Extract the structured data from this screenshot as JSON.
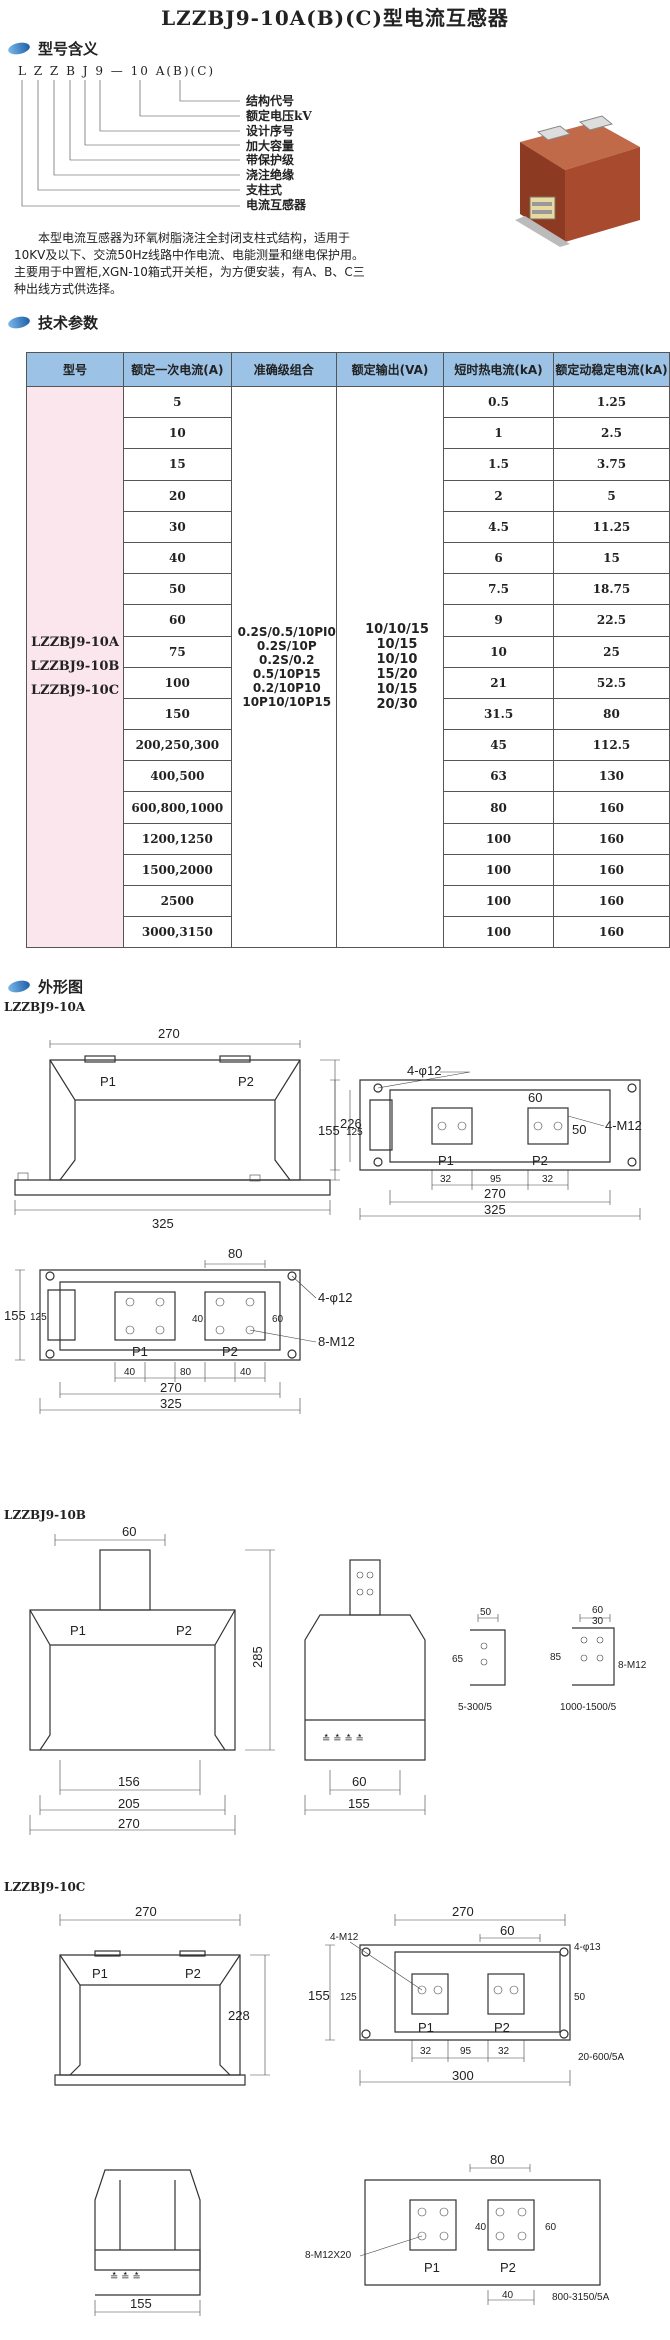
{
  "title": "LZZBJ9-10A(B)(C)型电流互感器",
  "sections": {
    "meaning": "型号含义",
    "params": "技术参数",
    "outline": "外形图"
  },
  "model_code": "L Z Z B J 9 — 10  A(B)(C)",
  "legend": [
    "结构代号",
    "额定电压kV",
    "设计序号",
    "加大容量",
    "带保护级",
    "浇注绝缘",
    "支柱式",
    "电流互感器"
  ],
  "description": "本型电流互感器为环氧树脂浇注全封闭支柱式结构，适用于10KV及以下、交流50Hz线路中作电流、电能测量和继电保护用。主要用于中置柜,XGN-10箱式开关柜，为方便安装，有A、B、C三种出线方式供选择。",
  "table": {
    "headers": [
      "型号",
      "额定一次电流(A)",
      "准确级组合",
      "额定输出(VA)",
      "短时热电流(kA)",
      "额定动稳定电流(kA)"
    ],
    "models": [
      "LZZBJ9-10A",
      "LZZBJ9-10B",
      "LZZBJ9-10C"
    ],
    "accuracy": [
      "0.2S/0.5/10PI0",
      "0.2S/10P",
      "0.2S/0.2",
      "0.5/10P15",
      "0.2/10P10",
      "10P10/10P15"
    ],
    "output": [
      "10/10/15",
      "10/15",
      "10/10",
      "15/20",
      "10/15",
      "20/30"
    ],
    "rows": [
      {
        "current": "5",
        "thermal": "0.5",
        "dynamic": "1.25"
      },
      {
        "current": "10",
        "thermal": "1",
        "dynamic": "2.5"
      },
      {
        "current": "15",
        "thermal": "1.5",
        "dynamic": "3.75"
      },
      {
        "current": "20",
        "thermal": "2",
        "dynamic": "5"
      },
      {
        "current": "30",
        "thermal": "4.5",
        "dynamic": "11.25"
      },
      {
        "current": "40",
        "thermal": "6",
        "dynamic": "15"
      },
      {
        "current": "50",
        "thermal": "7.5",
        "dynamic": "18.75"
      },
      {
        "current": "60",
        "thermal": "9",
        "dynamic": "22.5"
      },
      {
        "current": "75",
        "thermal": "10",
        "dynamic": "25"
      },
      {
        "current": "100",
        "thermal": "21",
        "dynamic": "52.5"
      },
      {
        "current": "150",
        "thermal": "31.5",
        "dynamic": "80"
      },
      {
        "current": "200,250,300",
        "thermal": "45",
        "dynamic": "112.5"
      },
      {
        "current": "400,500",
        "thermal": "63",
        "dynamic": "130"
      },
      {
        "current": "600,800,1000",
        "thermal": "80",
        "dynamic": "160"
      },
      {
        "current": "1200,1250",
        "thermal": "100",
        "dynamic": "160"
      },
      {
        "current": "1500,2000",
        "thermal": "100",
        "dynamic": "160"
      },
      {
        "current": "2500",
        "thermal": "100",
        "dynamic": "160"
      },
      {
        "current": "3000,3150",
        "thermal": "100",
        "dynamic": "160"
      }
    ]
  },
  "drawings": {
    "a_title": "LZZBJ9-10A",
    "b_title": "LZZBJ9-10B",
    "c_title": "LZZBJ9-10C",
    "p1": "P1",
    "p2": "P2",
    "dims": {
      "d270": "270",
      "d226": "226",
      "d325": "325",
      "d155": "155",
      "d125": "125",
      "d32": "32",
      "d95": "95",
      "d60": "60",
      "d50": "50",
      "d80": "80",
      "d40": "40",
      "d285": "285",
      "d156": "156",
      "d205": "205",
      "d228": "228",
      "d300": "300",
      "d30": "30",
      "d65": "65",
      "d85": "85"
    },
    "holes_4_12": "4-φ12",
    "holes_4_13": "4-φ13",
    "m12_4": "4-M12",
    "m12_8": "8-M12",
    "m12_8x20": "8-M12X20",
    "m12_small": "8-M12",
    "note_5_300": "5-300/5",
    "note_1000_1500": "1000-1500/5",
    "note_20_600": "20-600/5A",
    "note_800_3150": "800-3150/5A"
  }
}
